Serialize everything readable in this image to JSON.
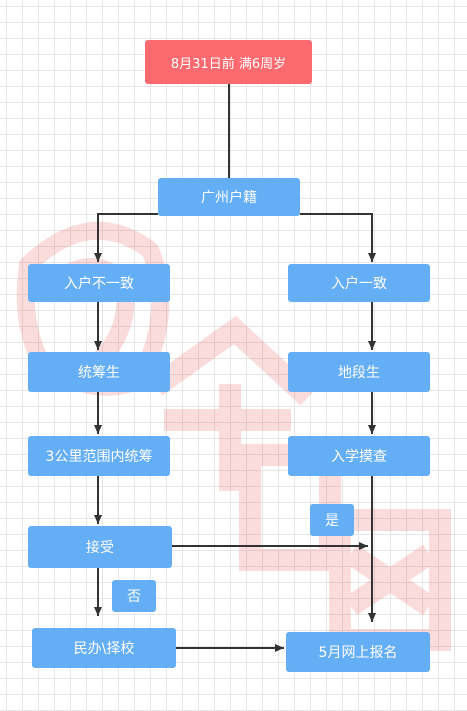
{
  "nodes": {
    "start": "8月31日前 满6周岁",
    "gz_hukou": "广州户籍",
    "left_1": "入户不一致",
    "right_1": "入户一致",
    "left_2": "统筹生",
    "right_2": "地段生",
    "left_3": "3公里范围内统筹",
    "right_3": "入学摸查",
    "left_4": "接受",
    "left_5": "民办\\择校",
    "right_5": "5月网上报名"
  },
  "edge_labels": {
    "yes": "是",
    "no": "否"
  },
  "colors": {
    "start_fill": "#fb6a6f",
    "node_fill": "#64aef5",
    "arrow": "#333333",
    "watermark": "#e53935"
  },
  "watermark_icon": "shield-watermark-icon"
}
